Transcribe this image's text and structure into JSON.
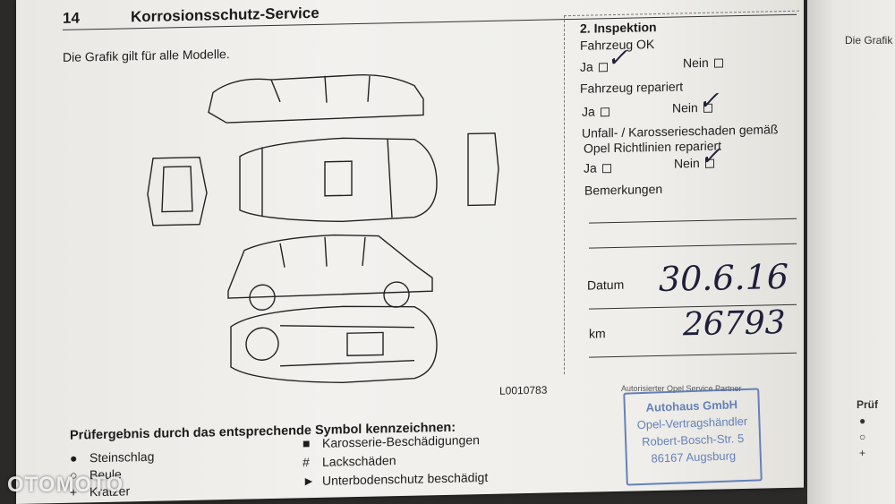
{
  "header": {
    "page_number": "14",
    "title": "Korrosionsschutz-Service"
  },
  "subtitle": "Die Grafik gilt für alle Modelle.",
  "figure_code": "L0010783",
  "legend": {
    "title": "Prüfergebnis durch das entsprechende Symbol kennzeichnen:",
    "left_items": [
      {
        "symbol": "●",
        "label": "Steinschlag"
      },
      {
        "symbol": "○",
        "label": "Beule"
      },
      {
        "symbol": "+",
        "label": "Kratzer"
      }
    ],
    "right_items": [
      {
        "symbol": "■",
        "label": "Karosserie-Beschädigungen"
      },
      {
        "symbol": "#",
        "label": "Lackschäden"
      },
      {
        "symbol": "►",
        "label": "Unterbodenschutz beschädigt"
      }
    ]
  },
  "inspection": {
    "title": "2. Inspektion",
    "q1": "Fahrzeug OK",
    "q2": "Fahrzeug repariert",
    "q3_line1": "Unfall- / Karosserieschaden gemäß",
    "q3_line2": "Opel Richtlinien repariert",
    "yes": "Ja",
    "no": "Nein",
    "remarks": "Bemerkungen",
    "date_label": "Datum",
    "date_value": "30.6.16",
    "km_label": "km",
    "km_value": "26793"
  },
  "stamp": {
    "caption": "Autorisierter Opel Service Partner",
    "line1": "Autohaus GmbH",
    "line2": "Opel-Vertragshändler",
    "line3": "Robert-Bosch-Str. 5",
    "line4": "86167 Augsburg"
  },
  "right_page": {
    "subtitle": "Die Grafik",
    "legend_fragment": "Prüf",
    "symbols": [
      "●",
      "○",
      "+"
    ]
  },
  "watermark": "OTOMOTO"
}
